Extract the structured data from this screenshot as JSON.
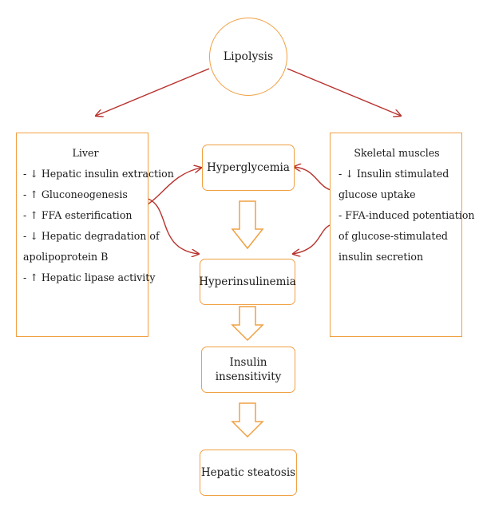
{
  "top": {
    "label": "Lipolysis"
  },
  "liver": {
    "title": "Liver",
    "items": [
      "- ↓ Hepatic insulin extraction",
      "- ↑ Gluconeogenesis",
      "- ↑ FFA esterification",
      "- ↓ Hepatic degradation of",
      "apolipoprotein B",
      "- ↑ Hepatic lipase activity"
    ]
  },
  "muscle": {
    "title": "Skeletal muscles",
    "items": [
      "- ↓ Insulin stimulated",
      "glucose uptake",
      "- FFA-induced potentiation",
      "of glucose-stimulated",
      "insulin secretion"
    ]
  },
  "flow": {
    "hyperglycemia": "Hyperglycemia",
    "hyperinsulinemia": "Hyperinsulinemia",
    "insensitivity_line1": "Insulin",
    "insensitivity_line2": "insensitivity",
    "steatosis": "Hepatic steatosis"
  },
  "colors": {
    "box_border": "#f0a043",
    "arrow_red": "#b8322d",
    "block_arrow": "#f0a043"
  }
}
